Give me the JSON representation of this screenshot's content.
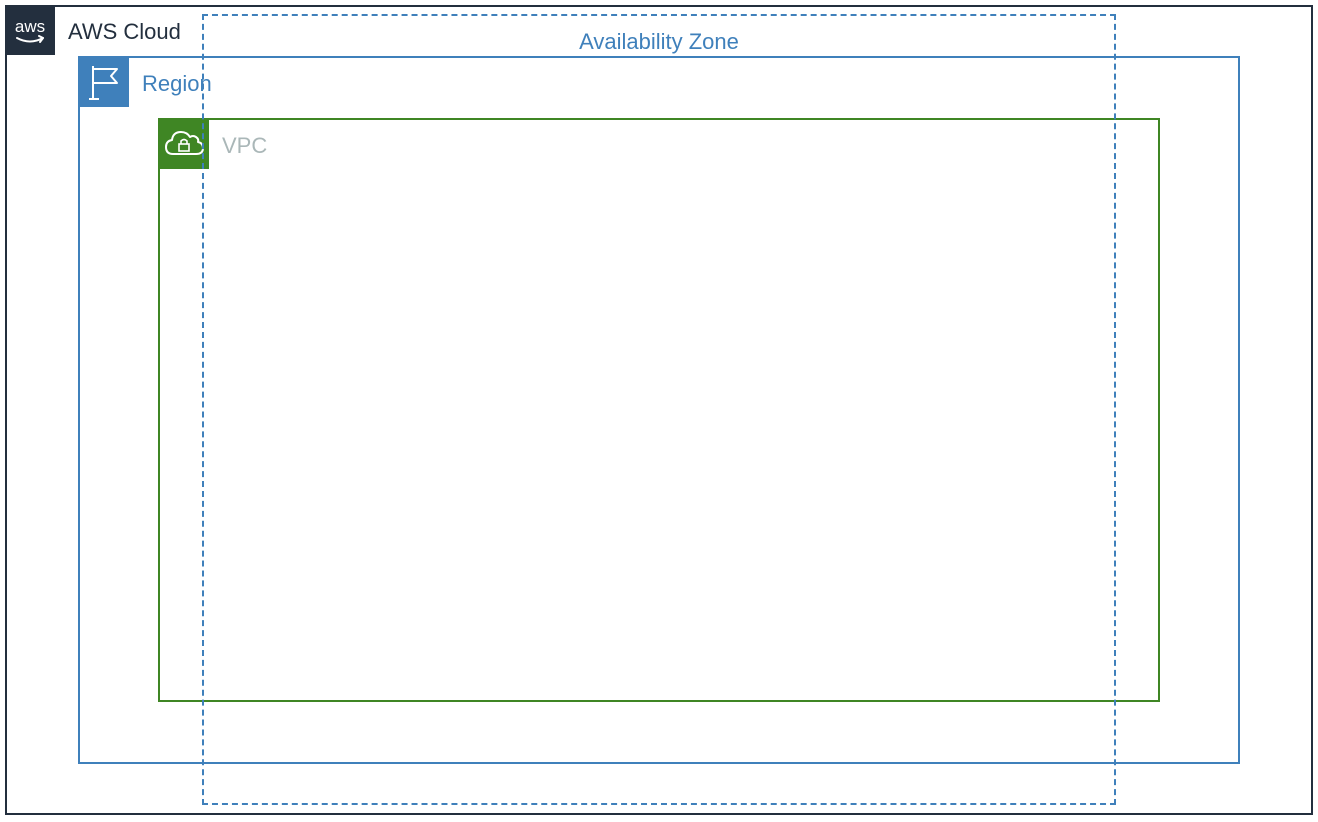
{
  "groups": {
    "aws_cloud": {
      "label": "AWS Cloud",
      "icon": "aws-logo-icon",
      "color": "#232f3e"
    },
    "region": {
      "label": "Region",
      "icon": "flag-icon",
      "color": "#3f80bb"
    },
    "availability_zone": {
      "label": "Availability Zone",
      "color": "#3f80bb"
    },
    "vpc": {
      "label": "VPC",
      "icon": "cloud-lock-icon",
      "color": "#3f8624",
      "label_color": "#aab7b8"
    }
  },
  "logo_text": "aws"
}
